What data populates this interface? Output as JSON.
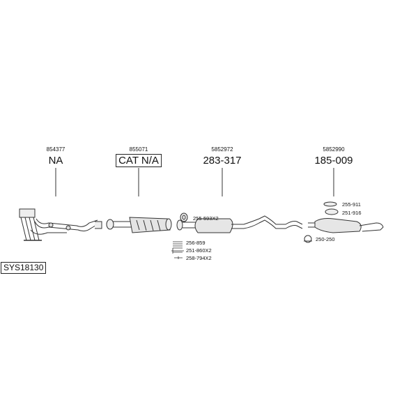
{
  "system_code": "SYS18130",
  "columns": [
    {
      "oe_number": "854377",
      "part_number": "NA",
      "boxed": false
    },
    {
      "oe_number": "855071",
      "part_number": "CAT N/A",
      "boxed": true
    },
    {
      "oe_number": "5852972",
      "part_number": "283-317",
      "boxed": false
    },
    {
      "oe_number": "5852990",
      "part_number": "185-009",
      "boxed": false
    }
  ],
  "accessories": [
    {
      "code": "255-593X2",
      "icon": "gasket-ring-icon"
    },
    {
      "code": "256-859",
      "icon": "spring-icon"
    },
    {
      "code": "251-860X2",
      "icon": "bolt-icon"
    },
    {
      "code": "258-794X2",
      "icon": "screw-icon"
    },
    {
      "code": "255-911",
      "icon": "rubber-hanger-icon"
    },
    {
      "code": "251-916",
      "icon": "clamp-icon"
    },
    {
      "code": "250-250",
      "icon": "pipe-clamp-icon"
    }
  ]
}
